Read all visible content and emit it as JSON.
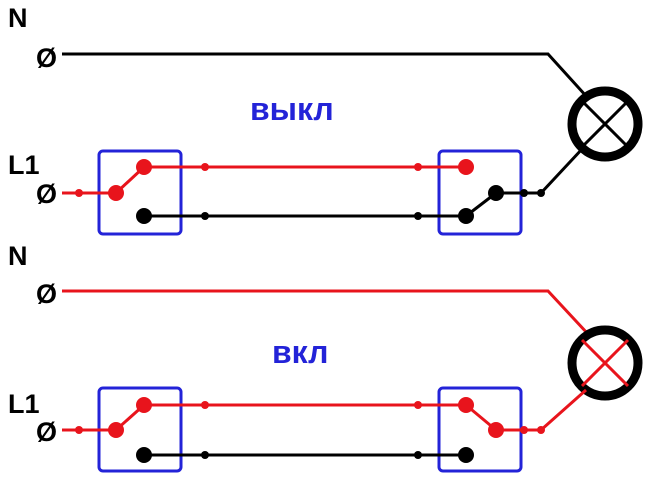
{
  "colors": {
    "wire_live": "#e8141c",
    "wire_idle": "#000000",
    "switch_box": "#2323d8",
    "state_label": "#2323d8",
    "terminal": "#000000",
    "lamp": "#000000"
  },
  "circuits": [
    {
      "id": "off",
      "state_label": "выкл",
      "neutral_label": "N",
      "line_label": "L1",
      "terminal_symbol": "Ø",
      "lamp_lit": false,
      "switch_1_position": "upper",
      "switch_2_position": "lower"
    },
    {
      "id": "on",
      "state_label": "вкл",
      "neutral_label": "N",
      "line_label": "L1",
      "terminal_symbol": "Ø",
      "lamp_lit": true,
      "switch_1_position": "upper",
      "switch_2_position": "upper"
    }
  ]
}
